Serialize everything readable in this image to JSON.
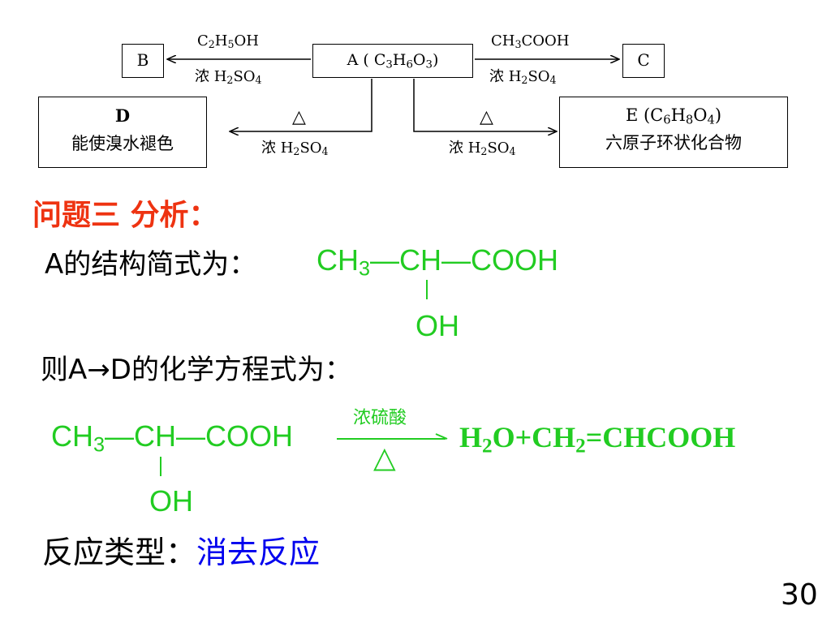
{
  "diagram": {
    "box_b": "B",
    "box_a": "A ( C",
    "box_a_sub1": "3",
    "box_a_mid": "H",
    "box_a_sub2": "6",
    "box_a_mid2": "O",
    "box_a_sub3": "3",
    "box_a_end": ")",
    "box_c": "C",
    "box_d_title": "D",
    "box_d_desc": "能使溴水褪色",
    "box_e_title": "E (C",
    "box_e_sub1": "6",
    "box_e_mid": "H",
    "box_e_sub2": "8",
    "box_e_mid2": "O",
    "box_e_sub3": "4",
    "box_e_end": ")",
    "box_e_desc": "六原子环状化合物",
    "arrow_ab_top_a": "C",
    "arrow_ab_top_s1": "2",
    "arrow_ab_top_b": "H",
    "arrow_ab_top_s2": "5",
    "arrow_ab_top_c": "OH",
    "acid_prefix": "浓 H",
    "acid_s1": "2",
    "acid_mid": "SO",
    "acid_s2": "4",
    "arrow_ac_top_a": "CH",
    "arrow_ac_top_s1": "3",
    "arrow_ac_top_b": "COOH",
    "heat": "△"
  },
  "heading": "问题三 分析：",
  "structure_label_prefix": "A",
  "structure_label_rest": "的结构简式为：",
  "formula": {
    "ch3": "CH",
    "ch3_sub": "3",
    "dash1": "—",
    "ch": "CH",
    "dash2": "—",
    "cooh": "COOH",
    "oh": "OH"
  },
  "equation_label_prefix": "则",
  "equation_label_ad": "A→D",
  "equation_label_rest": "的化学方程式为：",
  "equation": {
    "catalyst": "浓硫酸",
    "heat": "△",
    "product_a": "H",
    "product_s1": "2",
    "product_b": "O+CH",
    "product_s2": "2",
    "product_c": "=CHCOOH"
  },
  "reaction_type_label": "反应类型：",
  "reaction_type_value": "消去反应",
  "page_number": "30"
}
